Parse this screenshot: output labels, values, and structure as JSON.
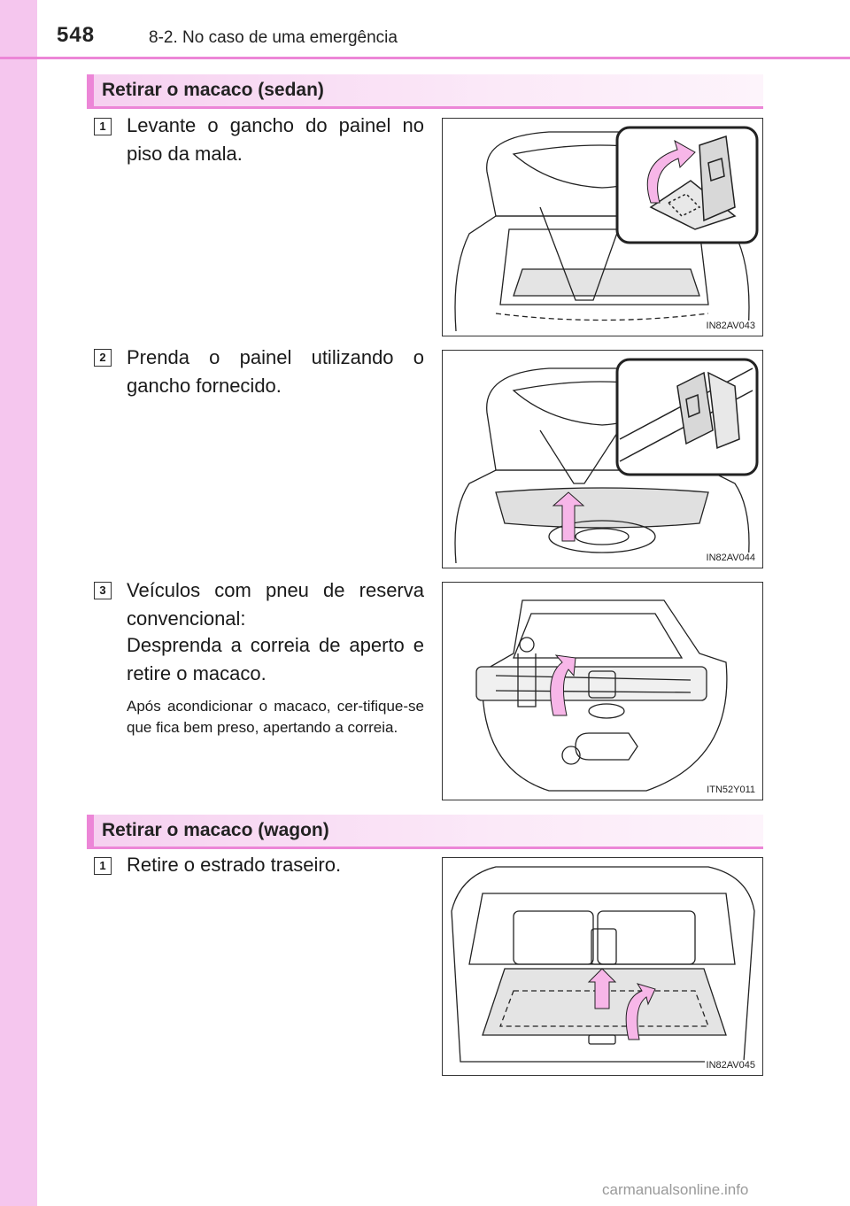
{
  "header": {
    "page_number": "548",
    "chapter": "8-2. No caso de uma emergência"
  },
  "sections": [
    {
      "title": "Retirar o macaco (sedan)",
      "steps": [
        {
          "number": "1",
          "text": "Levante o gancho do painel no piso da mala.",
          "figure_code": "IN82AV043"
        },
        {
          "number": "2",
          "text": "Prenda o painel utilizando o gancho fornecido.",
          "figure_code": "IN82AV044"
        },
        {
          "number": "3",
          "text_lines": [
            "Veículos com pneu de reserva convencional:",
            "Desprenda a correia de aperto e retire o macaco."
          ],
          "note": "Após acondicionar o macaco, cer-tifique-se que fica bem preso, apertando a correia.",
          "figure_code": "ITN52Y011"
        }
      ]
    },
    {
      "title": "Retirar o macaco (wagon)",
      "steps": [
        {
          "number": "1",
          "text": "Retire o estrado traseiro.",
          "figure_code": "IN82AV045"
        }
      ]
    }
  ],
  "colors": {
    "accent": "#ec86d7",
    "band": "#f5c6ee",
    "arrow": "#f7b6e8"
  },
  "watermark": "carmanualsonline.info"
}
